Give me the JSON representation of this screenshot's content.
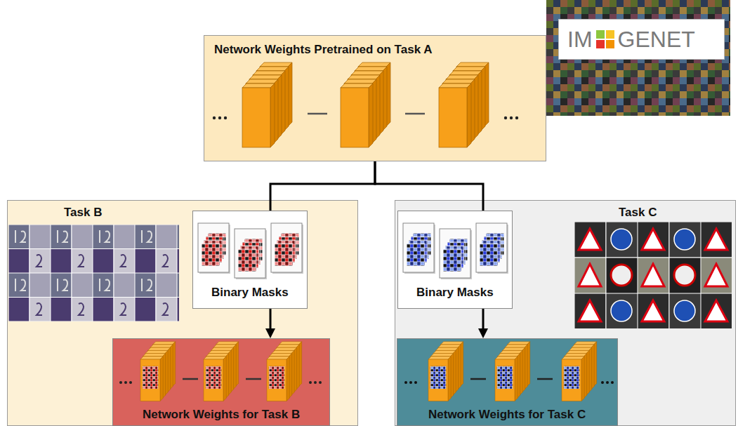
{
  "diagram": {
    "nodes": [
      {
        "text": [
          "Network Weights Pretrained on Task A"
        ]
      },
      {
        "text": [
          "Task B"
        ]
      },
      {
        "text": [
          "Binary Masks"
        ],
        "in": 1
      },
      {
        "text": [
          "Network Weights for Task B"
        ],
        "in": 1
      },
      {
        "text": [
          "Task C"
        ]
      },
      {
        "text": [
          "Binary Masks"
        ],
        "in": 4
      },
      {
        "text": [
          "Network Weights for Task C"
        ],
        "in": 4
      }
    ],
    "edges": [
      {
        "from": 0,
        "to": 2,
        "arrow": "none"
      },
      {
        "from": 0,
        "to": 5,
        "arrow": "none"
      },
      {
        "from": 2,
        "to": 3,
        "arrow": "to"
      },
      {
        "from": 5,
        "to": 6,
        "arrow": "to"
      }
    ],
    "labels": [
      "IM",
      "GENET"
    ]
  }
}
